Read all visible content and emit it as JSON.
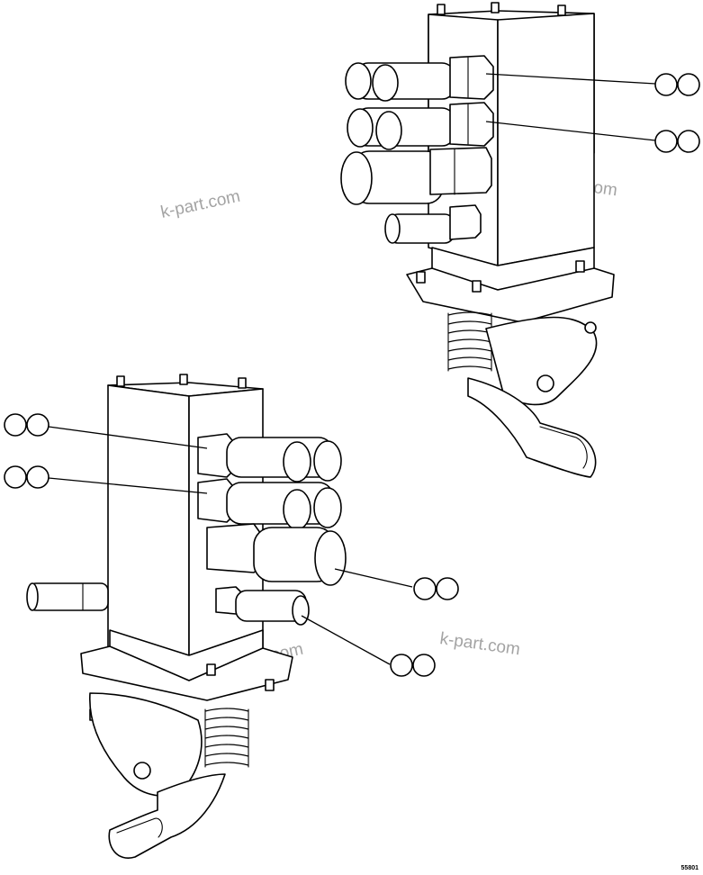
{
  "diagram": {
    "watermark_text": "k-part.com",
    "figure_number": "55801",
    "units": [
      {
        "id": "upper-right-valve",
        "callouts": [
          {
            "id": "callout-ur-1",
            "label": ""
          },
          {
            "id": "callout-ur-2",
            "label": ""
          }
        ]
      },
      {
        "id": "lower-left-valve",
        "callouts": [
          {
            "id": "callout-ll-1",
            "label": ""
          },
          {
            "id": "callout-ll-2",
            "label": ""
          },
          {
            "id": "callout-ll-3",
            "label": ""
          },
          {
            "id": "callout-ll-4",
            "label": ""
          }
        ]
      }
    ]
  }
}
